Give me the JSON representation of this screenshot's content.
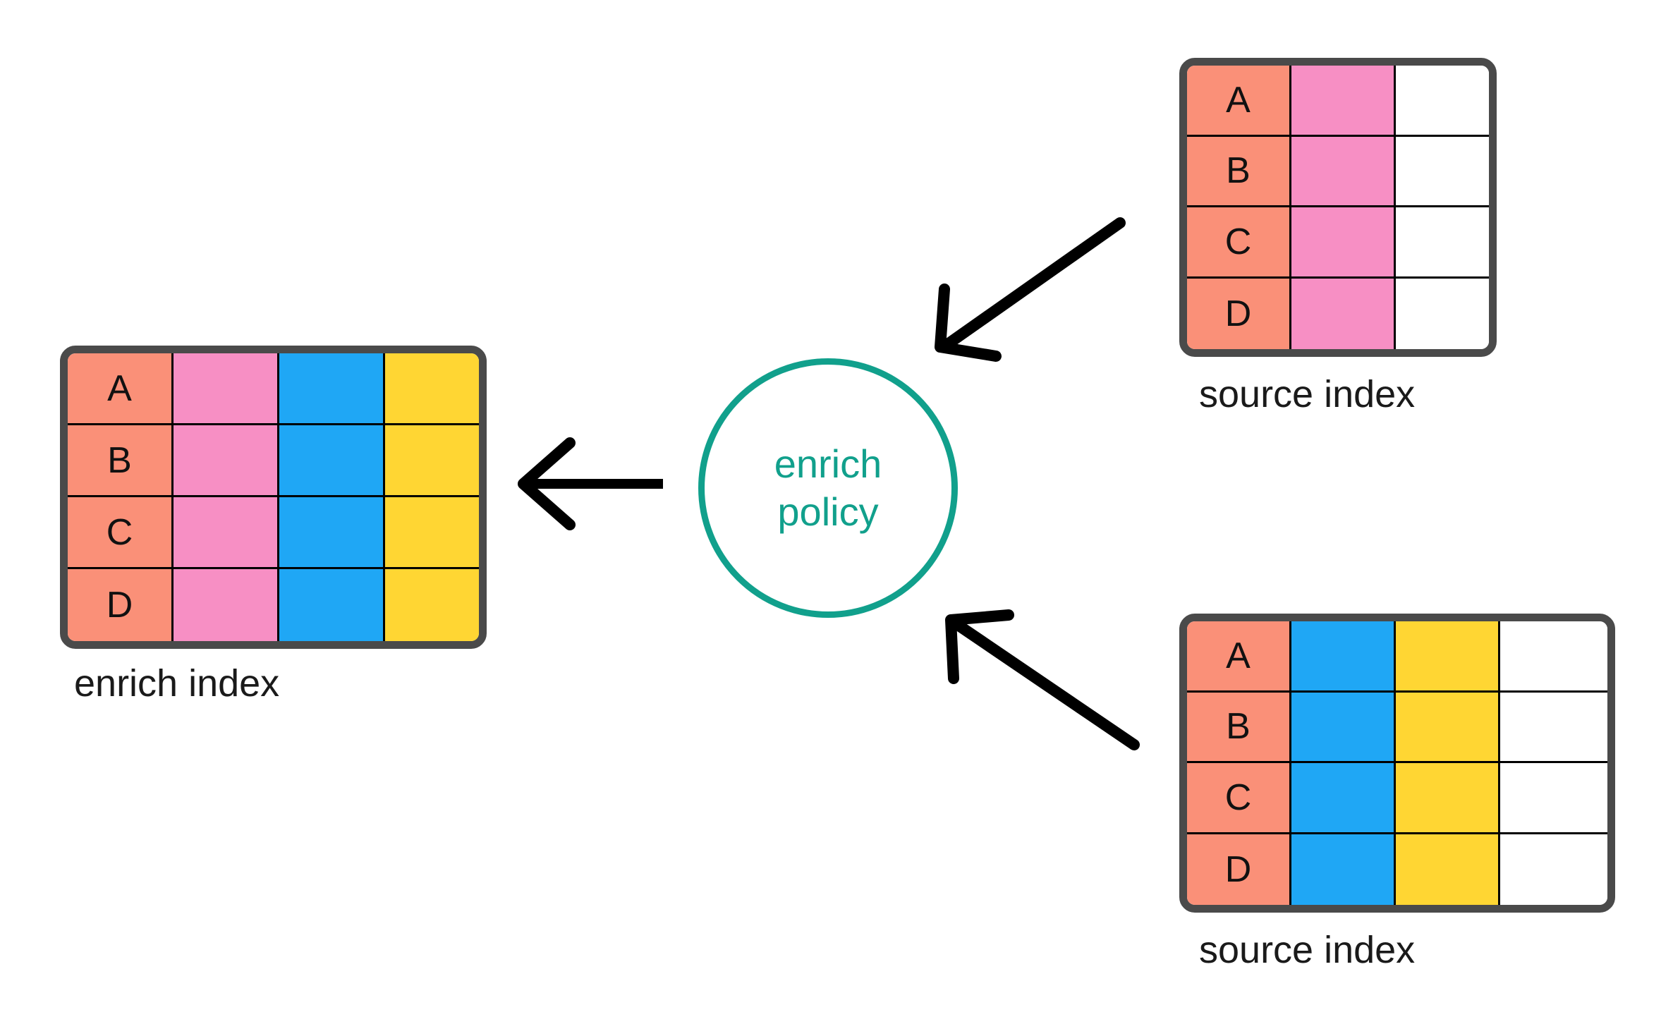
{
  "diagram": {
    "title": "enrich policy data flow",
    "background_color": "#ffffff",
    "colors": {
      "key_column": "#FA9078",
      "pink_field": "#F78FC4",
      "blue_field": "#1FA7F5",
      "yellow_field": "#FFD633",
      "empty_field": "#ffffff",
      "table_border": "#4a4a4a",
      "cell_border": "#000000",
      "policy_accent": "#11a08c",
      "arrow": "#000000",
      "text": "#1a1a1a"
    }
  },
  "enrich_index": {
    "caption": "enrich index",
    "columns": [
      "key",
      "pink",
      "blue",
      "yellow"
    ],
    "rows": [
      {
        "key": "A",
        "cells": [
          "A",
          "",
          "",
          ""
        ]
      },
      {
        "key": "B",
        "cells": [
          "B",
          "",
          "",
          ""
        ]
      },
      {
        "key": "C",
        "cells": [
          "C",
          "",
          "",
          ""
        ]
      },
      {
        "key": "D",
        "cells": [
          "D",
          "",
          "",
          ""
        ]
      }
    ]
  },
  "source_index_top": {
    "caption": "source index",
    "columns": [
      "key",
      "pink",
      "empty"
    ],
    "rows": [
      {
        "key": "A",
        "cells": [
          "A",
          "",
          ""
        ]
      },
      {
        "key": "B",
        "cells": [
          "B",
          "",
          ""
        ]
      },
      {
        "key": "C",
        "cells": [
          "C",
          "",
          ""
        ]
      },
      {
        "key": "D",
        "cells": [
          "D",
          "",
          ""
        ]
      }
    ]
  },
  "source_index_bottom": {
    "caption": "source index",
    "columns": [
      "key",
      "blue",
      "yellow",
      "empty"
    ],
    "rows": [
      {
        "key": "A",
        "cells": [
          "A",
          "",
          "",
          ""
        ]
      },
      {
        "key": "B",
        "cells": [
          "B",
          "",
          "",
          ""
        ]
      },
      {
        "key": "C",
        "cells": [
          "C",
          "",
          "",
          ""
        ]
      },
      {
        "key": "D",
        "cells": [
          "D",
          "",
          "",
          ""
        ]
      }
    ]
  },
  "policy": {
    "line1": "enrich",
    "line2": "policy"
  },
  "arrows": [
    {
      "name": "policy-to-enrich-index",
      "direction": "left"
    },
    {
      "name": "top-source-to-policy",
      "direction": "down-left"
    },
    {
      "name": "bottom-source-to-policy",
      "direction": "up-left"
    }
  ]
}
